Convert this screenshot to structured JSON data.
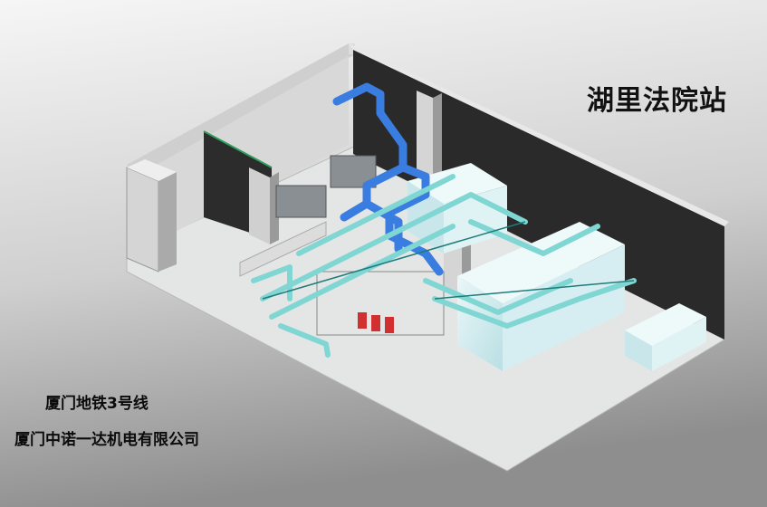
{
  "station_title": "湖里法院站",
  "line_name": "厦门地铁3号线",
  "company_name": "厦门中诺一达机电有限公司",
  "colors": {
    "background_light": "#f4f4f4",
    "background_dark": "#9a9a9a",
    "dark_wall": "#2b2b2b",
    "floor": "#e6e8e8",
    "pipe_blue": "#3a7de0",
    "pipe_cyan": "#7fd6d2",
    "tank": "#d4ecef",
    "pump_red": "#d03030",
    "green_edge": "#2f9e5a"
  }
}
